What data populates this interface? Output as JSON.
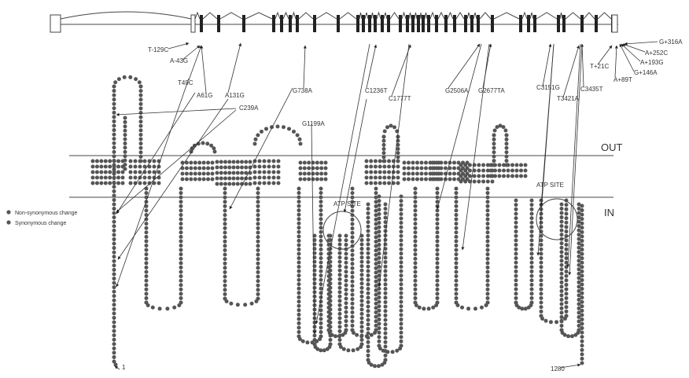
{
  "membrane": {
    "out_label": "OUT",
    "in_label": "IN"
  },
  "atp_sites": [
    "ATP SITE",
    "ATP SITE"
  ],
  "legend": {
    "items": [
      {
        "label": "Non-synonymous change"
      },
      {
        "label": "Synonymous change"
      }
    ]
  },
  "terminals": {
    "n_term": "1",
    "c_term": "1280"
  },
  "variants": [
    "T-129C",
    "A-43G",
    "T49C",
    "A61G",
    "A131G",
    "C239A",
    "G738A",
    "G1199A",
    "C1236T",
    "C1777T",
    "G2506A",
    "G2677TA",
    "C3151G",
    "T3421A",
    "C3435T",
    "T+21C",
    "A+89T",
    "G+146A",
    "A+193G",
    "A+252C",
    "G+316A"
  ],
  "colors": {
    "bead": "#555555",
    "line": "#333333",
    "membrane": "#444444",
    "text": "#333333"
  }
}
